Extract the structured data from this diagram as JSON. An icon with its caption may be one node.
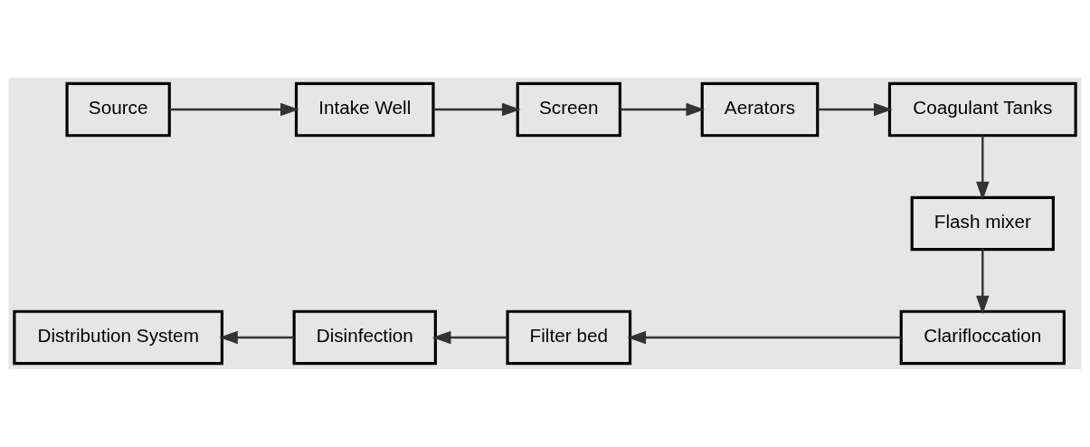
{
  "diagram": {
    "nodes": [
      {
        "text": [
          "Source"
        ]
      },
      {
        "text": [
          "Intake Well"
        ]
      },
      {
        "text": [
          "Screen"
        ]
      },
      {
        "text": [
          "Aerators"
        ]
      },
      {
        "text": [
          "Coagulant Tanks"
        ]
      },
      {
        "text": [
          "Flash mixer"
        ]
      },
      {
        "text": [
          "Clarifloccation"
        ]
      },
      {
        "text": [
          "Filter bed"
        ]
      },
      {
        "text": [
          "Disinfection"
        ]
      },
      {
        "text": [
          "Distribution System"
        ]
      }
    ],
    "edges": [
      {
        "from": 0,
        "to": 1,
        "arrow": "to"
      },
      {
        "from": 1,
        "to": 2,
        "arrow": "to"
      },
      {
        "from": 2,
        "to": 3,
        "arrow": "to"
      },
      {
        "from": 3,
        "to": 4,
        "arrow": "to"
      },
      {
        "from": 4,
        "to": 5,
        "arrow": "to"
      },
      {
        "from": 5,
        "to": 6,
        "arrow": "to"
      },
      {
        "from": 6,
        "to": 7,
        "arrow": "to"
      },
      {
        "from": 7,
        "to": 8,
        "arrow": "to"
      },
      {
        "from": 8,
        "to": 9,
        "arrow": "to"
      }
    ]
  }
}
